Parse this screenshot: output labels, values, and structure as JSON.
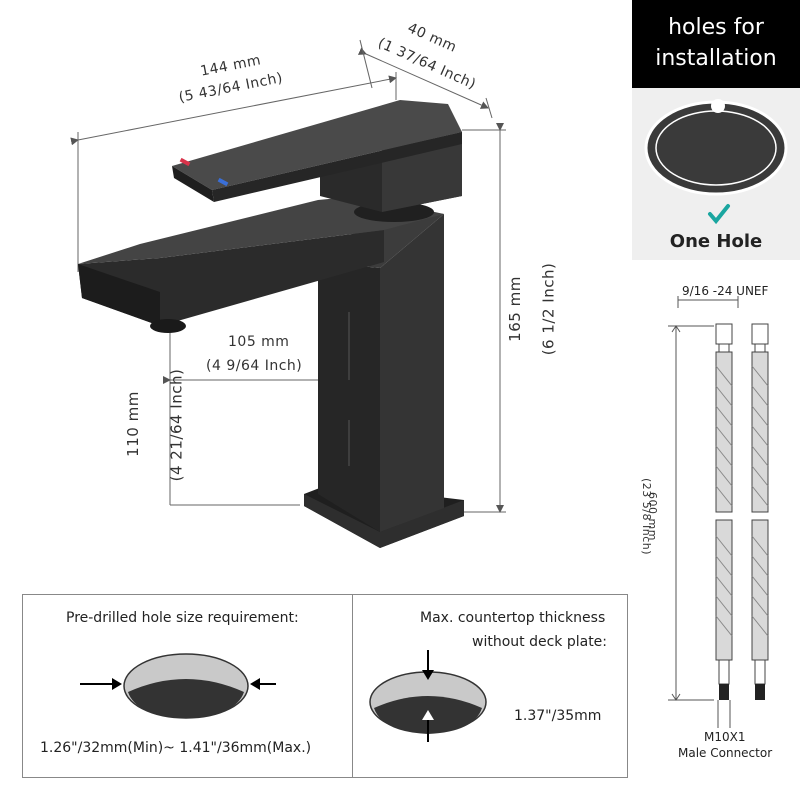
{
  "dimensions": {
    "width_mm": "144 mm",
    "width_in": "(5 43/64 Inch)",
    "depth_mm": "40 mm",
    "depth_in": "(1 37/64 Inch)",
    "height_mm": "165 mm",
    "height_in": "(6 1/2 Inch)",
    "reach_mm": "105 mm",
    "reach_in": "(4 9/64 Inch)",
    "spout_height_mm": "110 mm",
    "spout_height_in": "(4 21/64 Inch)"
  },
  "holes_panel": {
    "title_line1": "holes for",
    "title_line2": "installation",
    "label": "One Hole"
  },
  "hose": {
    "thread": "9/16 -24 UNEF",
    "length_mm": "600 mm",
    "length_in": "(23 5/8 Inch)",
    "connector_size": "M10X1",
    "connector_label": "Male Connector"
  },
  "hole_requirement": {
    "title": "Pre-drilled hole size requirement:",
    "size": "1.26\"/32mm(Min)~ 1.41\"/36mm(Max.)"
  },
  "countertop": {
    "title_line1": "Max. countertop thickness",
    "title_line2": "without deck plate:",
    "value": "1.37\"/35mm"
  },
  "colors": {
    "faucet": "#2a2a2a",
    "faucet_highlight": "#4a4a4a",
    "panel_bg": "#efefef",
    "check": "#1aa6a0",
    "hot_marker": "#d8334a",
    "cold_marker": "#3a6fd8"
  }
}
